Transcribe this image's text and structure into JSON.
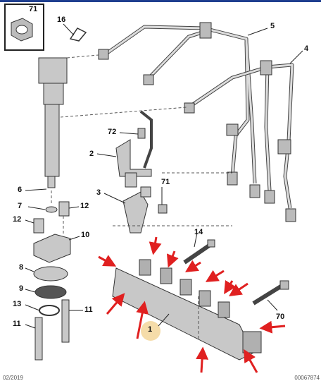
{
  "callouts": {
    "c71_inset": "71",
    "c16": "16",
    "c5": "5",
    "c4": "4",
    "c72": "72",
    "c2": "2",
    "c3": "3",
    "c71": "71",
    "c6": "6",
    "c7": "7",
    "c12a": "12",
    "c12b": "12",
    "c10": "10",
    "c14": "14",
    "c8": "8",
    "c9": "9",
    "c13": "13",
    "c11a": "11",
    "c11b": "11",
    "c70": "70",
    "c1": "1"
  },
  "footer": {
    "left": "02/2019",
    "right": "00067874"
  },
  "colors": {
    "arrow": "#e02020",
    "highlight": "#f5dca9",
    "part_fill": "#c8c8c8",
    "outline": "#333333"
  }
}
